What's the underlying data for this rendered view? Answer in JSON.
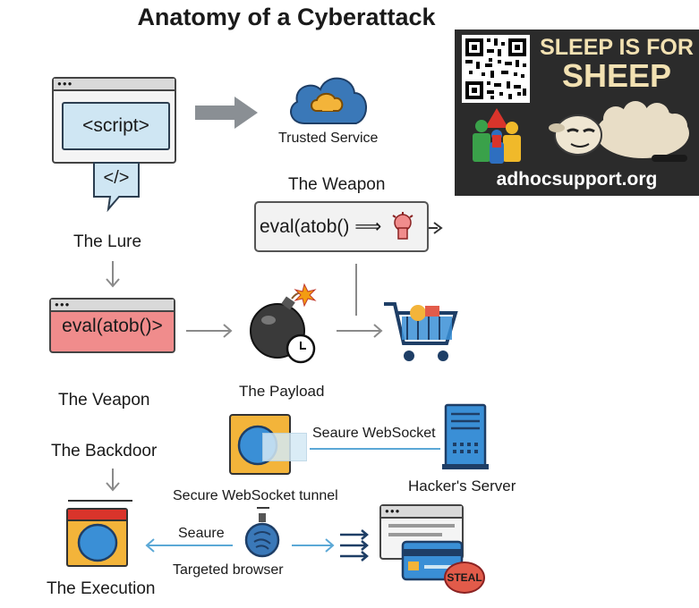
{
  "title": "Anatomy of a Cyberattack",
  "labels": {
    "trusted_service": "Trusted Service",
    "the_weapon": "The Weapon",
    "weapon_code": "eval(atob() ⟹",
    "the_lure": "The Lure",
    "script_code": "<script>",
    "code_tag": "</>",
    "lure_code": "eval(atob()>",
    "the_veapon": "The Veapon",
    "the_payload": "The Payload",
    "the_backdoor": "The Backdoor",
    "seaure_websocket": "Seaure WebSocket",
    "hackers_server": "Hacker's Server",
    "secure_ws_tunnel": "Secure WebSocket tunnel",
    "seaure": "Seaure",
    "targeted_browser": "Targeted browser",
    "the_execution": "The Execution",
    "steal": "STEAL"
  },
  "ad": {
    "headline_1": "SLEEP IS FOR",
    "headline_2": "SHEEP",
    "url": "adhocsupport.org"
  },
  "colors": {
    "code_blue": "#cfe6f3",
    "code_red": "#f08c8c",
    "arrow_gray": "#8a8a8a",
    "arrow_blue": "#5ba8d6",
    "ad_bg": "#2b2b2b",
    "cloud_blue": "#3a78b8",
    "accent_orange": "#f3b43a"
  }
}
